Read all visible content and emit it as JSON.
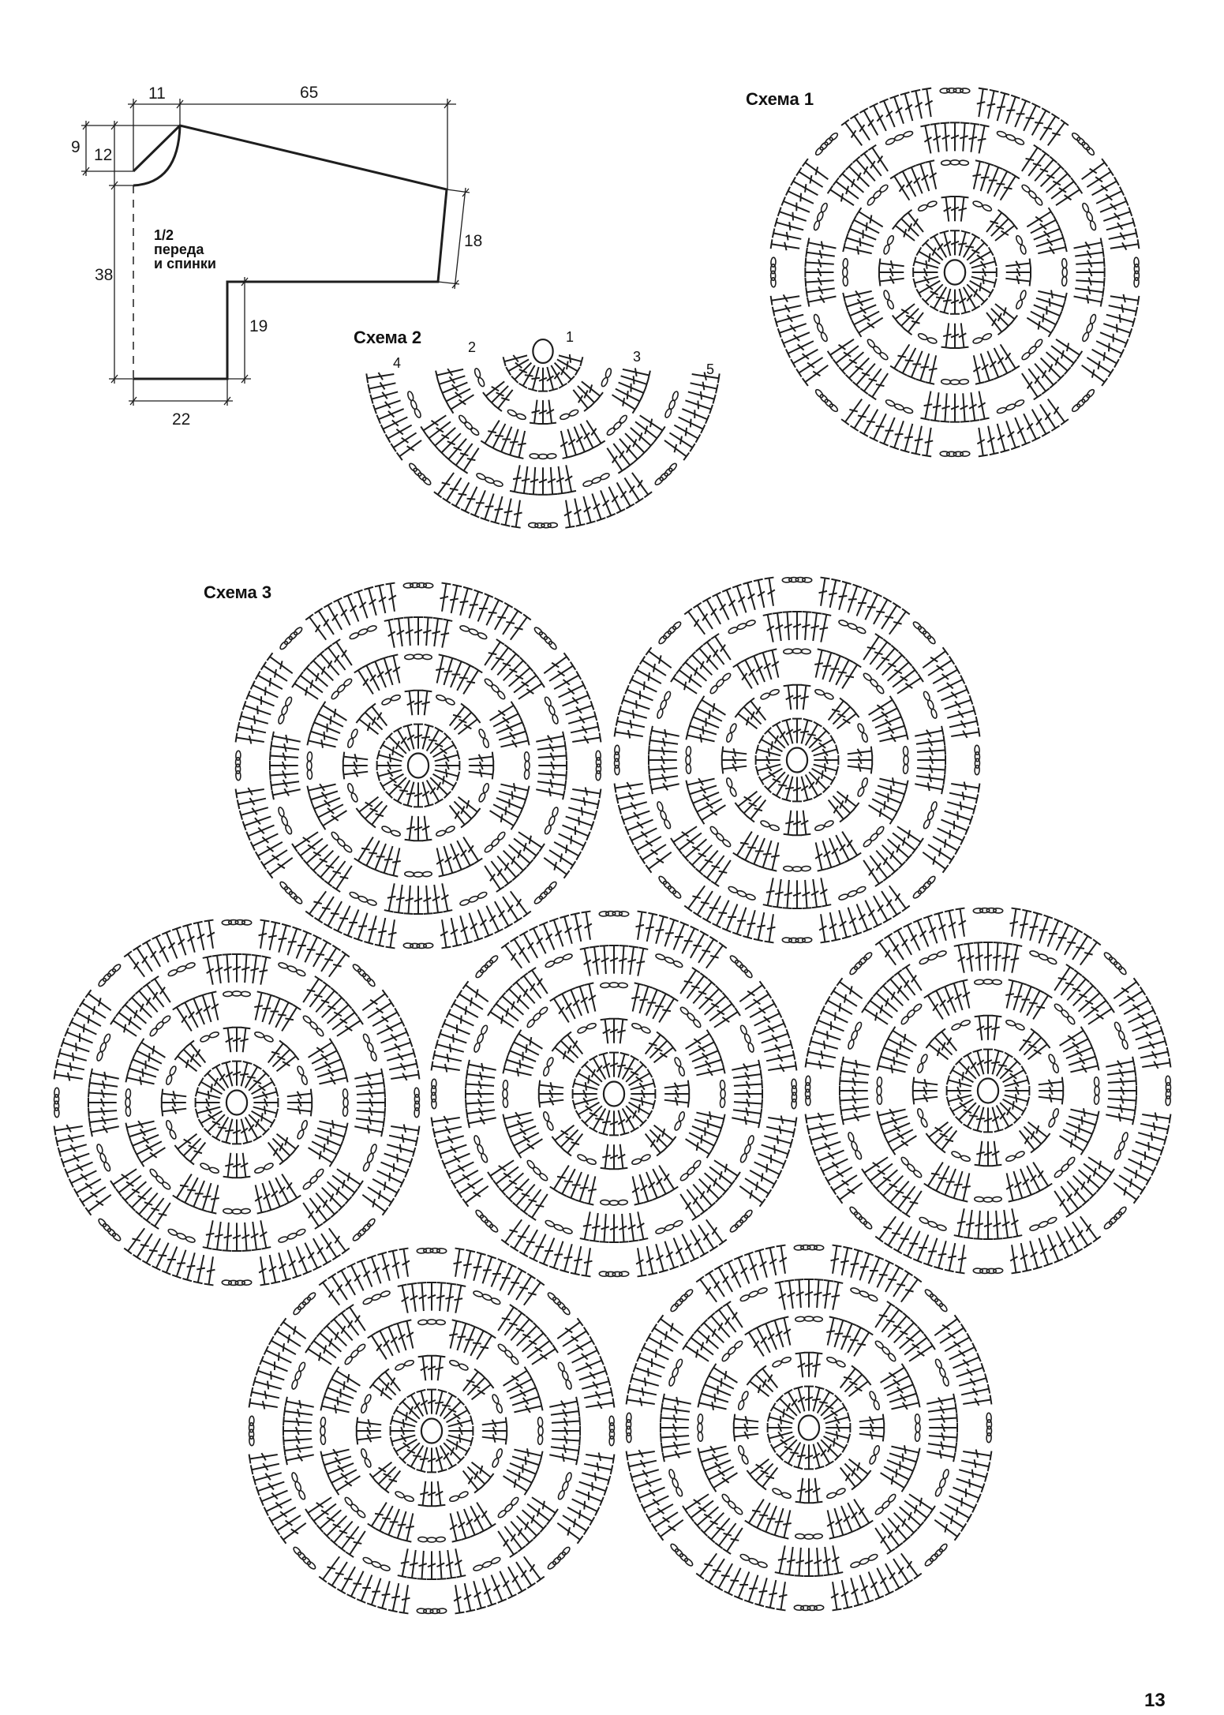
{
  "schematic": {
    "piece_label": [
      "1/2",
      "переда",
      "и спинки"
    ],
    "dimensions": {
      "neck_width": "11",
      "sleeve_length": "65",
      "neck_depth_front": "9",
      "neck_depth_back": "12",
      "body_length": "38",
      "sleeve_width": "18",
      "side_length": "19",
      "half_width": "22"
    }
  },
  "schemes": {
    "scheme1_title": "Схема 1",
    "scheme2_title": "Схема 2",
    "scheme2_rows": [
      "1",
      "2",
      "3",
      "4",
      "5"
    ],
    "scheme3_title": "Схема 3"
  },
  "page_number": "13",
  "colors": {
    "ink": "#1e1e1e",
    "paper": "#ffffff"
  }
}
